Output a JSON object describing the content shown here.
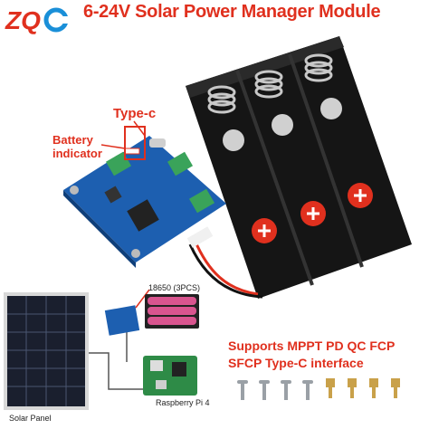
{
  "title": "6-24V Solar Power Manager Module",
  "logo": {
    "text": "ZQC",
    "colors": [
      "#e0301e",
      "#1a8fd8"
    ]
  },
  "labels": {
    "type_c": "Type-c",
    "battery_indicator_line1": "Battery",
    "battery_indicator_line2": "indicator",
    "cells": "18650 (3PCS)",
    "raspberry_pi": "Raspberry Pi 4",
    "solar_panel": "Solar Panel"
  },
  "features": {
    "line1": "Supports MPPT PD QC FCP",
    "line2": "SFCP Type-C interface"
  },
  "colors": {
    "accent": "#e0301e",
    "board": "#1d5fb0",
    "holder": "#111111",
    "screw": "#9aa0a6",
    "standoff": "#c9a14a"
  }
}
